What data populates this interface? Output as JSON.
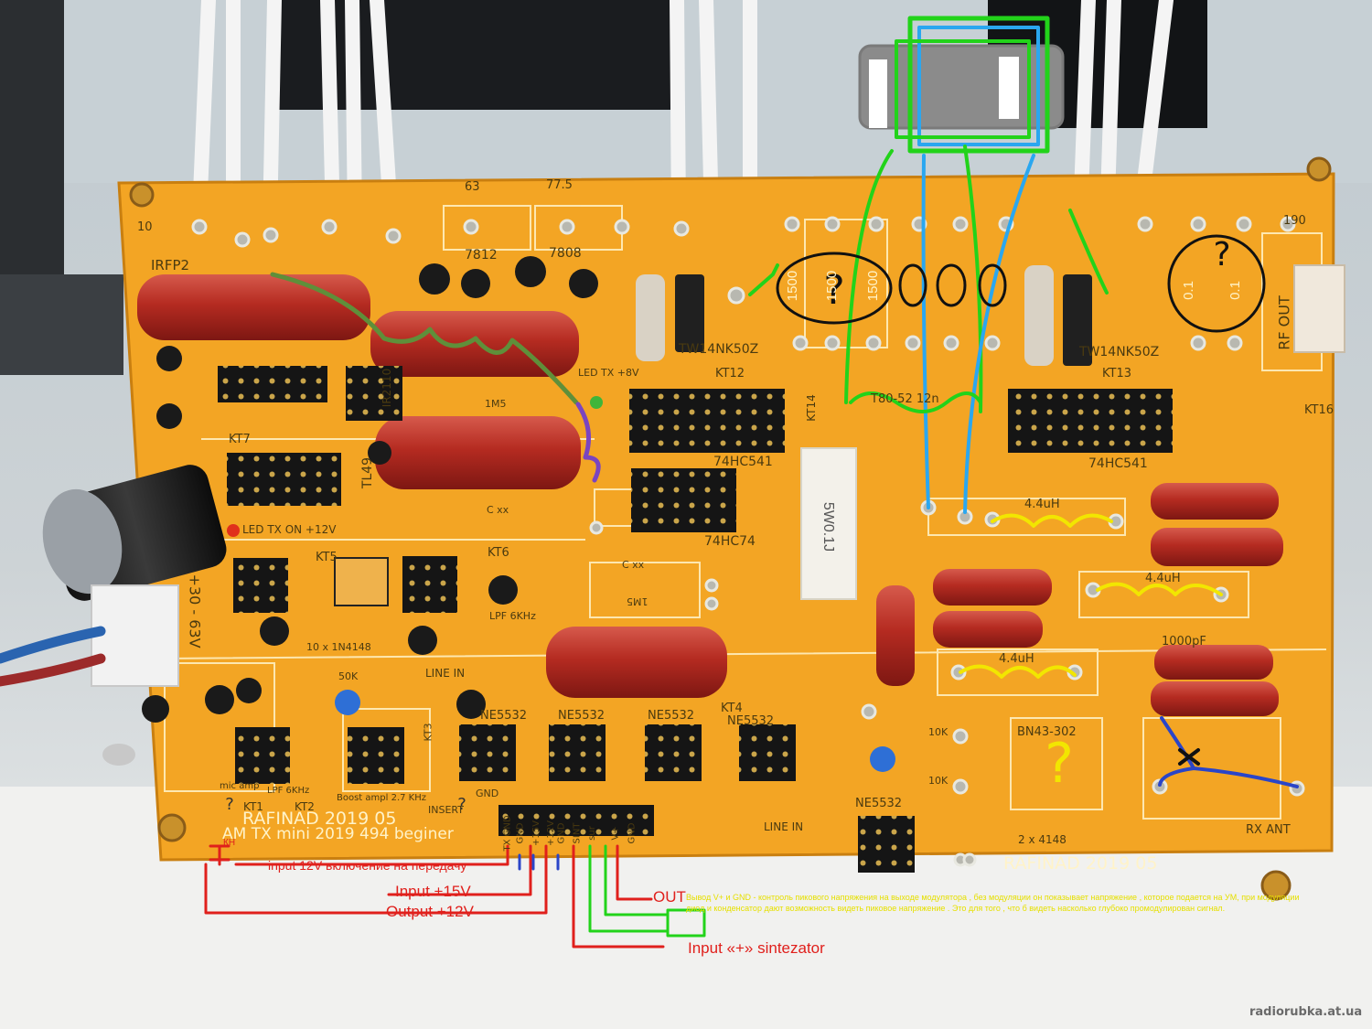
{
  "pcb": {
    "title_line1": "RAFINAD 2019 05",
    "title_line2": "AM TX mini 2019 494 beginer",
    "title_right": "RAFINAD 2019 05",
    "labels": {
      "top_63": "63",
      "top_775": "77.5",
      "top_190": "190",
      "top_10": "10",
      "ic_7812": "7812",
      "ic_7808": "7808",
      "irfp": "IRFP2",
      "ir2110": "IR2110",
      "tl494": "TL49",
      "mosfet_left": "TW14NK50Z",
      "mosfet_right": "TW14NK50Z",
      "hc541_top": "74HC541",
      "hc541_right": "74HC541",
      "hc74": "74HC74",
      "toroid": "T80-52 12n",
      "res_5w": "5W0.1J",
      "kt12": "KT12",
      "kt13": "KT13",
      "kt14": "KT14",
      "kt16": "KT16",
      "kt4": "KT4",
      "kt5": "KT5",
      "kt6": "KT6",
      "kt7": "KT7",
      "led_tx": "LED TX +8V",
      "led_tx_on": "LED TX ON +12V",
      "lpf": "LPF 6KHz",
      "diodes": "10 x 1N4148",
      "ne5532_1": "NE5532",
      "ne5532_2": "NE5532",
      "ne5532_3": "NE5532",
      "ne5532_4": "NE5532",
      "ne5532_5": "NE5532",
      "bn43": "BN43-302",
      "diodes2": "2 x 4148",
      "rx_ant": "RX ANT",
      "rf_out": "RF OUT",
      "line_in": "LINE IN",
      "line_in2": "LINE IN",
      "insert": "INSERT",
      "boost": "Boost ampl 2.7 KHz",
      "mic_amp": "mic amp",
      "lpf_mic": "LPF 6KHz",
      "cap_1500a": "1500",
      "cap_1500b": "1500",
      "cap_1500c": "1500",
      "cap_01a": "0.1",
      "cap_01b": "0.1",
      "ind_44a": "4.4uH",
      "ind_44b": "4.4uH",
      "ind_44c": "4.4uH",
      "cap_1000": "1000pF",
      "supply": "+30 - 63V",
      "kt1": "KT1",
      "kt2": "KT2",
      "kt3": "KT3",
      "gnd": "GND",
      "r_50k": "50K",
      "r_10k_a": "10K",
      "r_10k_b": "10K",
      "r_1m5_a": "1M5",
      "r_1m5_b": "1M5",
      "c_xx_a": "C xx",
      "c_xx_b": "C xx",
      "pin_txgnd": "TX GND",
      "pin_gnd": "GND",
      "pin_15v": "+15V",
      "pin_12v": "+12V",
      "pin_gnd2": "GND",
      "pin_sint": "SINT",
      "pin_sur": "sur",
      "pin_vplus": "V+",
      "pin_gnd3": "GND",
      "qmark": "?"
    }
  },
  "annotations": {
    "kn": "КН",
    "tx_switch": "input 12V включение на передачу",
    "input15": "Input +15V",
    "output12": "Output +12V",
    "out_label": "OUT",
    "out_desc_1": "Вывод V+ и GND - контроль пикового напряжения на выходе модулятора , без модуляции он показывает напряжение , которое подается на УМ, при модуляции",
    "out_desc_2": "диод и конденсатор дают возможность видеть пиковое напряжение . Это для того , что б видеть насколько глубоко промодулирован сигнал.",
    "sint_input": "Input «+» sintezator"
  },
  "watermark": "radiorubka.at.ua",
  "colors": {
    "board": "#f3a524",
    "board_dark": "#d98b12",
    "silk": "#fff3c9",
    "red_cap": "#b42a22",
    "wire_white": "#f4f4f4",
    "note_red": "#e0201c",
    "note_yellow": "#f2e600",
    "note_green": "#22d31a",
    "note_blue": "#2aa7f0"
  }
}
